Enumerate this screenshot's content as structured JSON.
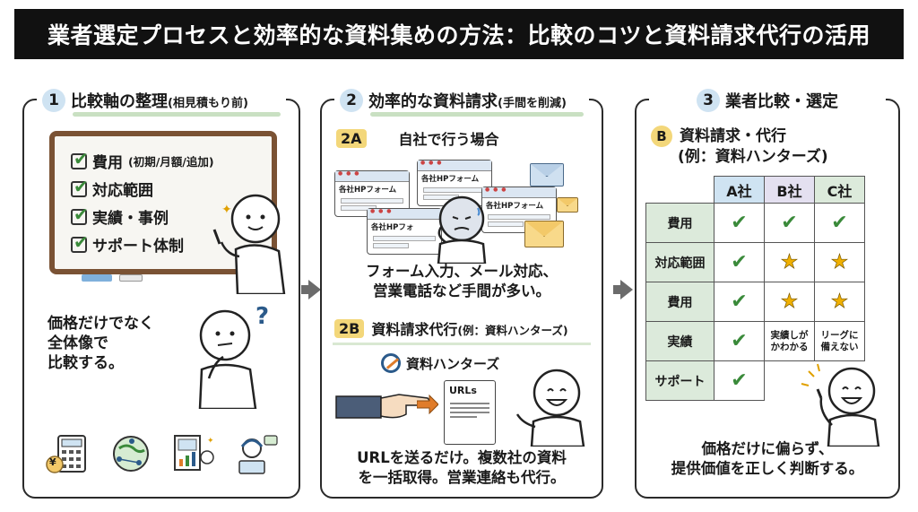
{
  "title": "業者選定プロセスと効率的な資料集めの方法：比較のコツと資料請求代行の活用",
  "panel1": {
    "number": "1",
    "heading": "比較軸の整理",
    "heading_sub": "(相見積もり前)",
    "checklist": [
      {
        "label": "費用",
        "note": "(初期/月額/追加)"
      },
      {
        "label": "対応範囲",
        "note": ""
      },
      {
        "label": "実績・事例",
        "note": ""
      },
      {
        "label": "サポート体制",
        "note": ""
      }
    ],
    "thought_mark": "?",
    "message_lines": [
      "価格だけでなく",
      "全体像で",
      "比較する。"
    ],
    "currency_symbol": "¥"
  },
  "panel2": {
    "number": "2",
    "heading": "効率的な資料請求",
    "heading_sub": "(手間を削減)",
    "a": {
      "badge": "2A",
      "title": "自社で行う場合",
      "form_label": "各社HPフォーム",
      "form_label_short": "各社HPフォ",
      "desc_lines": [
        "フォーム入力、メール対応、",
        "営業電話など手間が多い。"
      ]
    },
    "b": {
      "badge": "2B",
      "title": "資料請求代行",
      "title_sub": "(例：資料ハンターズ)",
      "logo": "資料ハンターズ",
      "doc_label": "URLs",
      "desc_lines": [
        "URLを送るだけ。複数社の資料",
        "を一括取得。営業連絡も代行。"
      ]
    }
  },
  "panel3": {
    "number": "3",
    "heading": "業者比較・選定",
    "b_badge": "B",
    "b_title_lines": [
      "資料請求・代行",
      "(例：資料ハンターズ)"
    ],
    "columns": [
      "A社",
      "B社",
      "C社"
    ],
    "rows": [
      {
        "label": "費用",
        "cells": [
          {
            "type": "check"
          },
          {
            "type": "check"
          },
          {
            "type": "check"
          }
        ]
      },
      {
        "label": "対応範囲",
        "cells": [
          {
            "type": "check"
          },
          {
            "type": "star"
          },
          {
            "type": "star"
          }
        ]
      },
      {
        "label": "費用",
        "cells": [
          {
            "type": "check"
          },
          {
            "type": "star"
          },
          {
            "type": "star"
          }
        ]
      },
      {
        "label": "実績",
        "cells": [
          {
            "type": "check"
          },
          {
            "type": "text",
            "lines": [
              "実績しが",
              "かわかる"
            ]
          },
          {
            "type": "text",
            "lines": [
              "リーグに",
              "備えない"
            ]
          }
        ]
      },
      {
        "label": "サポート",
        "cells": [
          {
            "type": "check"
          },
          {
            "type": "empty"
          },
          {
            "type": "empty"
          }
        ]
      }
    ],
    "desc_lines": [
      "価格だけに偏らず、",
      "提供価値を正しく判断する。"
    ]
  },
  "colors": {
    "title_bg": "#111111",
    "accent_green": "#3a8a3a",
    "badge_blue": "#cfe3f2",
    "badge_yellow": "#f3d77a",
    "star_gold": "#f0b000",
    "row_label_green": "#dceadb",
    "board_frame": "#7a5234"
  }
}
